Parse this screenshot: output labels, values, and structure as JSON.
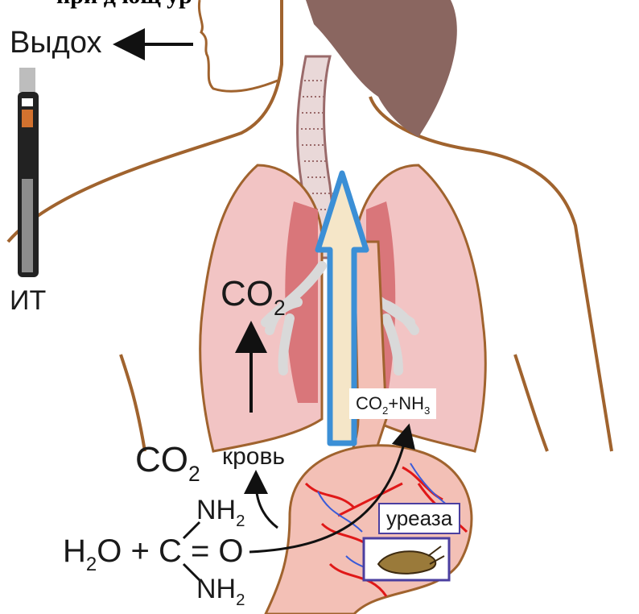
{
  "heading_fragment": "при         д       ющ      ур",
  "exhale_label": "Выдох",
  "tube_label": "ИТ",
  "co2_lungs": {
    "main": "CO",
    "sub": "2"
  },
  "co2_stomach": {
    "main": "CO",
    "sub": "2"
  },
  "blood_label": "кровь",
  "products_label": {
    "a": "CO",
    "a_sub": "2",
    "plus": "+NH",
    "b_sub": "3"
  },
  "urease_label": "уреаза",
  "urea": {
    "water": "H",
    "water_sub": "2",
    "water_rest": "O + C = O",
    "nh2_top": "NH",
    "nh2_top_sub": "2",
    "nh2_bottom": "NH",
    "nh2_bottom_sub": "2"
  },
  "colors": {
    "skin_outline": "#a0632e",
    "hair": "#8a6660",
    "lung_fill": "#f2c4c4",
    "lung_dark": "#d9767a",
    "stomach": "#f3c0b6",
    "vessel_red": "#e01818",
    "vessel_blue": "#3a5bd9",
    "up_arrow": "#3b8fd6",
    "bacteria": "#9a7a3a",
    "box_border": "#4b3fa0"
  }
}
